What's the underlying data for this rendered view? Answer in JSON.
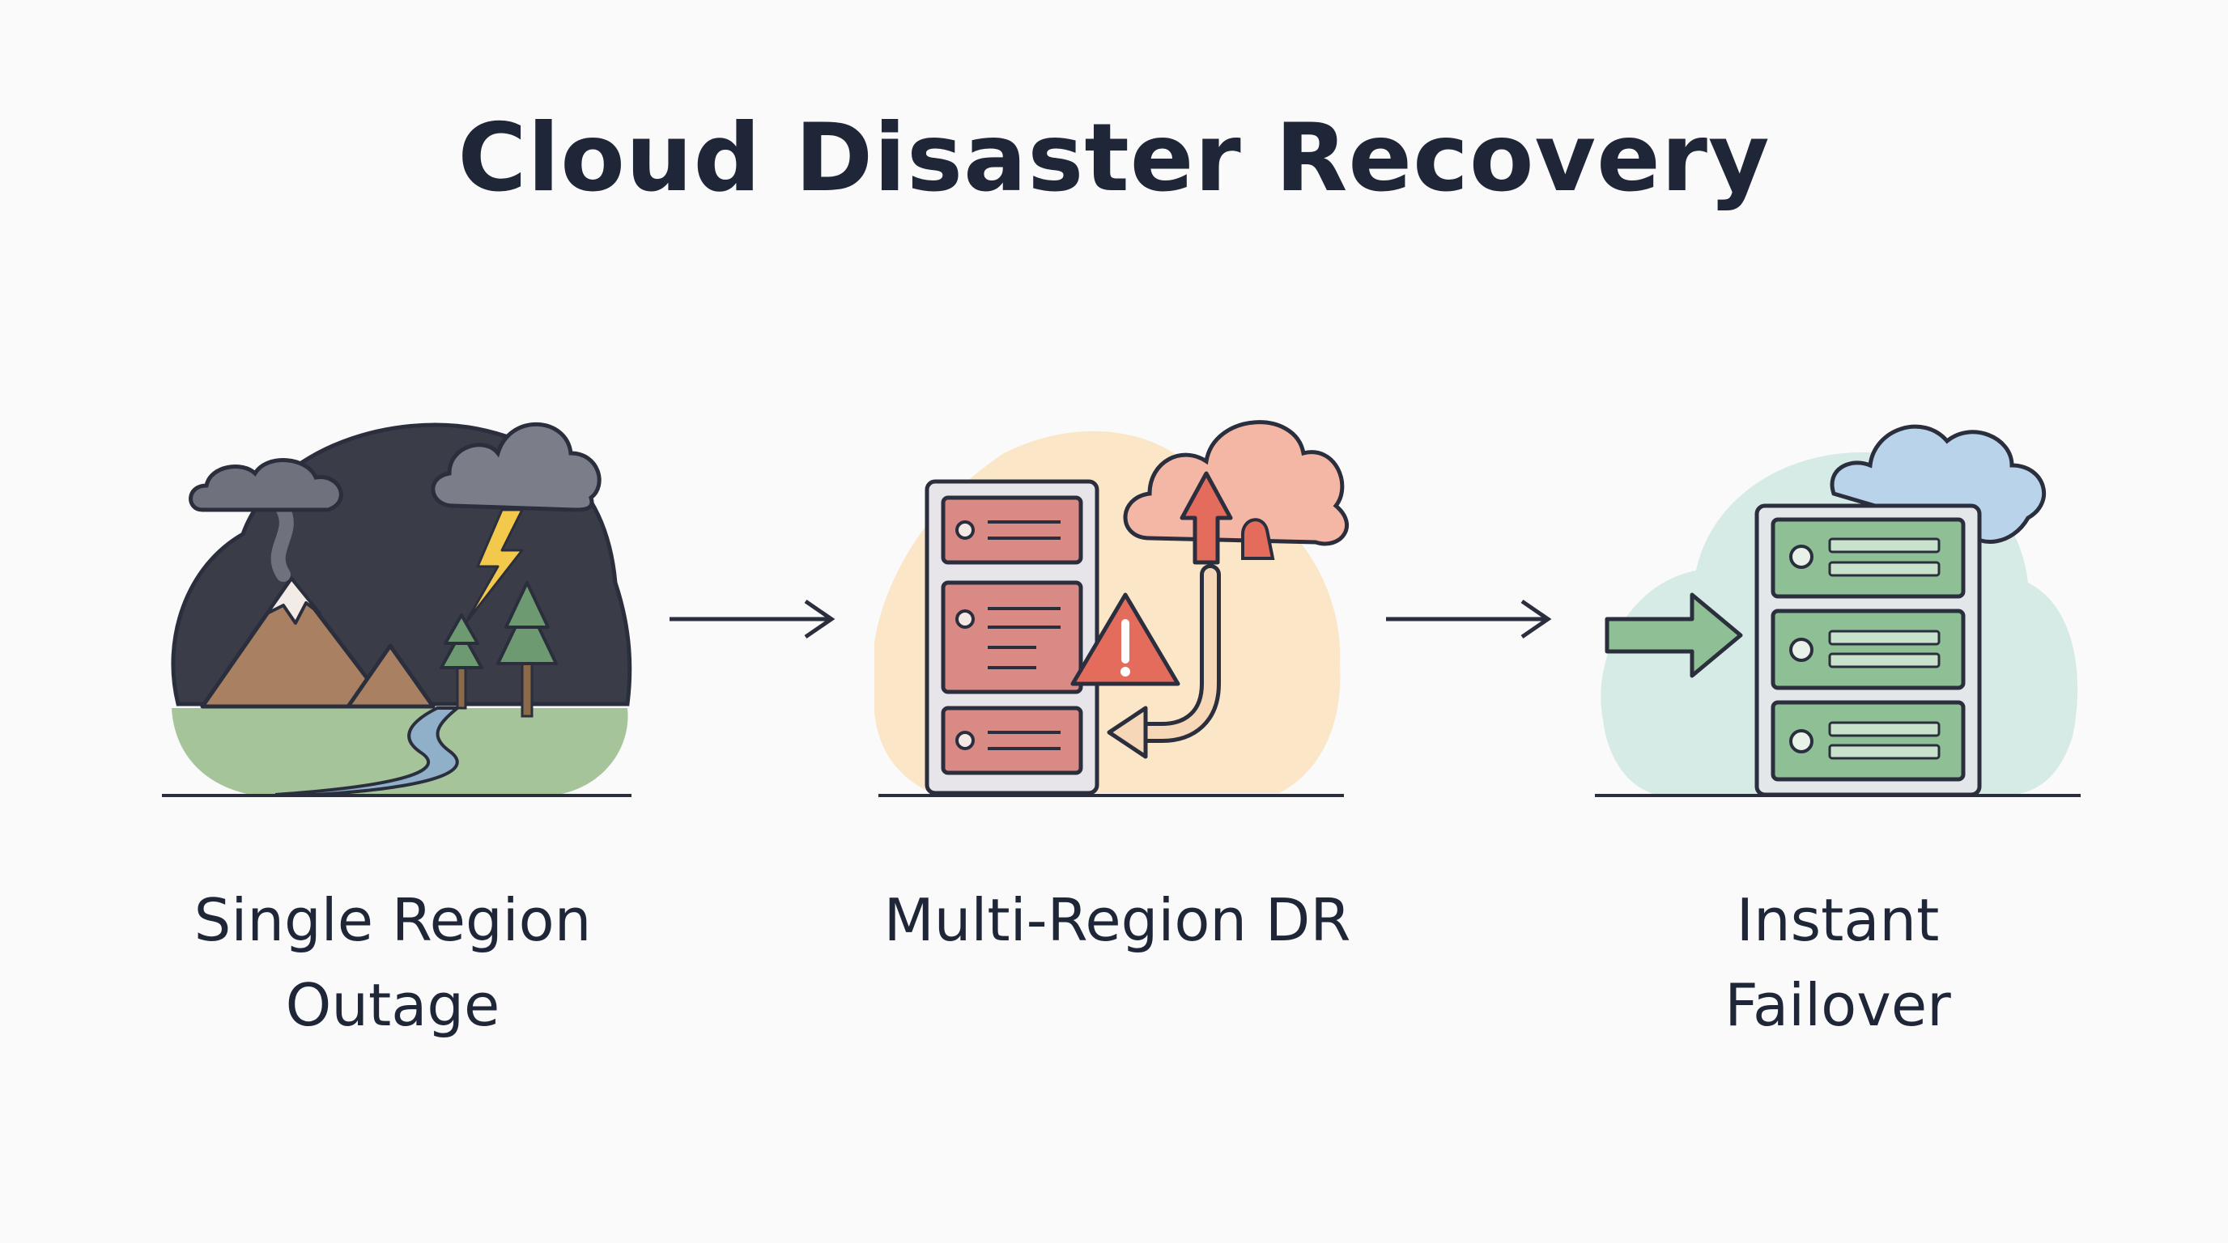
{
  "title": "Cloud Disaster Recovery",
  "steps": [
    {
      "label_line1": "Single Region",
      "label_line2": "Outage"
    },
    {
      "label_line1": "Multi-Region DR",
      "label_line2": ""
    },
    {
      "label_line1": "Instant",
      "label_line2": "Failover"
    }
  ],
  "colors": {
    "text": "#1f2638",
    "stroke": "#2b2f3d",
    "storm_sky": "#3a3d48",
    "alert_red": "#e36c5c",
    "server_red": "#d98a84",
    "warm_glow": "#fbe6c8",
    "server_green": "#8fbf95",
    "cool_glow": "#d7ebe6",
    "cloud_blue": "#b9d3ea"
  }
}
